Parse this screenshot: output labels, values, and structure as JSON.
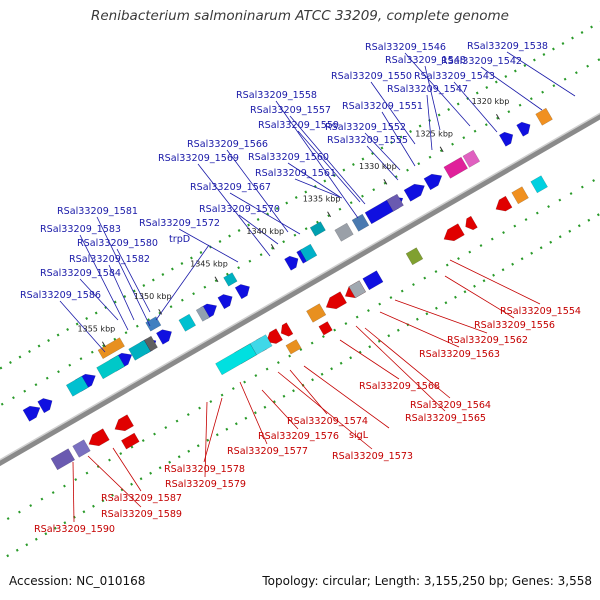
{
  "title": "Renibacterium salmoninarum ATCC 33209, complete genome",
  "footer": {
    "accession": "Accession: NC_010168",
    "topology": "Topology: circular; Length: 3,155,250 bp; Genes: 3,558"
  },
  "scale_ticks": [
    "1320 kbp",
    "1325 kbp",
    "1330 kbp",
    "1335 kbp",
    "1340 kbp",
    "1345 kbp",
    "1350 kbp",
    "1355 kbp"
  ],
  "colors": {
    "top_label": "#1a1aa8",
    "bottom_label": "#c40000",
    "backbone": "#8a8a8a",
    "dotted_track": "#2a9a2a"
  },
  "labels_top": [
    "RSal33209_1546",
    "RSal33209_1538",
    "RSal33209_1548",
    "RSal33209_1542",
    "RSal33209_1550",
    "RSal33209_1543",
    "RSal33209_1547",
    "RSal33209_1558",
    "RSal33209_1551",
    "RSal33209_1557",
    "RSal33209_1559",
    "RSal33209_1552",
    "RSal33209_1555",
    "RSal33209_1566",
    "RSal33209_1569",
    "RSal33209_1560",
    "RSal33209_1561",
    "RSal33209_1567",
    "RSal33209_1570",
    "RSal33209_1581",
    "RSal33209_1572",
    "RSal33209_1583",
    "trpD",
    "RSal33209_1580",
    "RSal33209_1582",
    "RSal33209_1584",
    "RSal33209_1586"
  ],
  "labels_bottom": [
    "RSal33209_1554",
    "RSal33209_1556",
    "RSal33209_1562",
    "RSal33209_1563",
    "RSal33209_1568",
    "RSal33209_1564",
    "RSal33209_1565",
    "RSal33209_1574",
    "sigL",
    "RSal33209_1576",
    "RSal33209_1577",
    "RSal33209_1573",
    "RSal33209_1578",
    "RSal33209_1579",
    "RSal33209_1587",
    "RSal33209_1589",
    "RSal33209_1590"
  ]
}
